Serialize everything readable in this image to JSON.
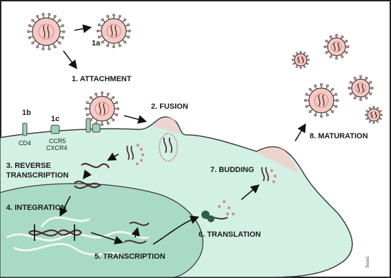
{
  "labels": {
    "step1": "1. ATTACHMENT",
    "step2": "2. FUSION",
    "step3_line1": "3. REVERSE",
    "step3_line2": "TRANSCRIPTION",
    "step4": "4. INTEGRATION",
    "step5": "5. TRANSCRIPTION",
    "step6": "6. TRANSLATION",
    "step7": "7. BUDDING",
    "step8": "8. MATURATION",
    "r1a": "1a",
    "r1b": "1b",
    "r1c": "1c",
    "cd4": "CD4",
    "ccr5": "CCR5",
    "cxcr4": "CXCR4",
    "signature": "Sesel"
  },
  "colors": {
    "cell": "#d3f0e5",
    "nucleus": "#a9dac8",
    "virus": "#f7c9c4",
    "outline": "#3a3a3a",
    "rna": "#4b2f2a",
    "dna": "#5a3a35",
    "receptor": "#9fd1bd",
    "ribosome": "#2f5e4a",
    "protein_dot": "#c98c80"
  }
}
